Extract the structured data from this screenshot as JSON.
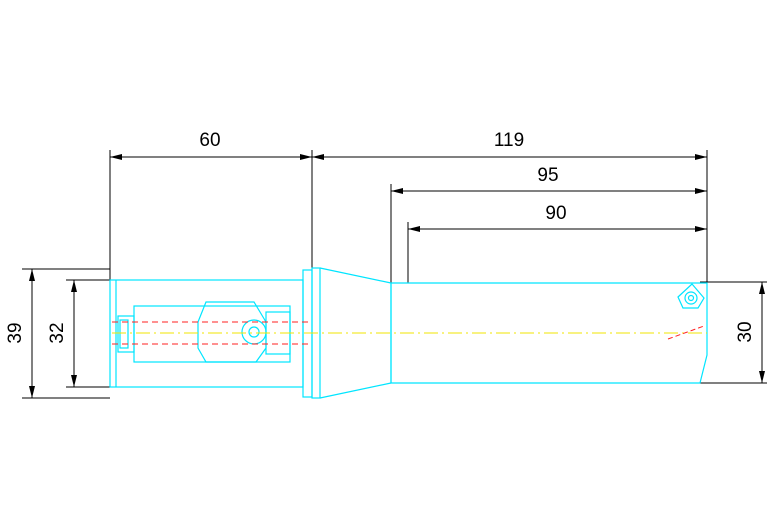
{
  "drawing": {
    "dimensions": {
      "d60": "60",
      "d119": "119",
      "d95": "95",
      "d90": "90",
      "d39": "39",
      "d32": "32",
      "d30": "30"
    },
    "colors": {
      "outline": "#00e5ff",
      "dimension": "#000000",
      "centerline": "#f2e600",
      "hidden": "#ff2020",
      "cutting": "#ff2020"
    }
  }
}
